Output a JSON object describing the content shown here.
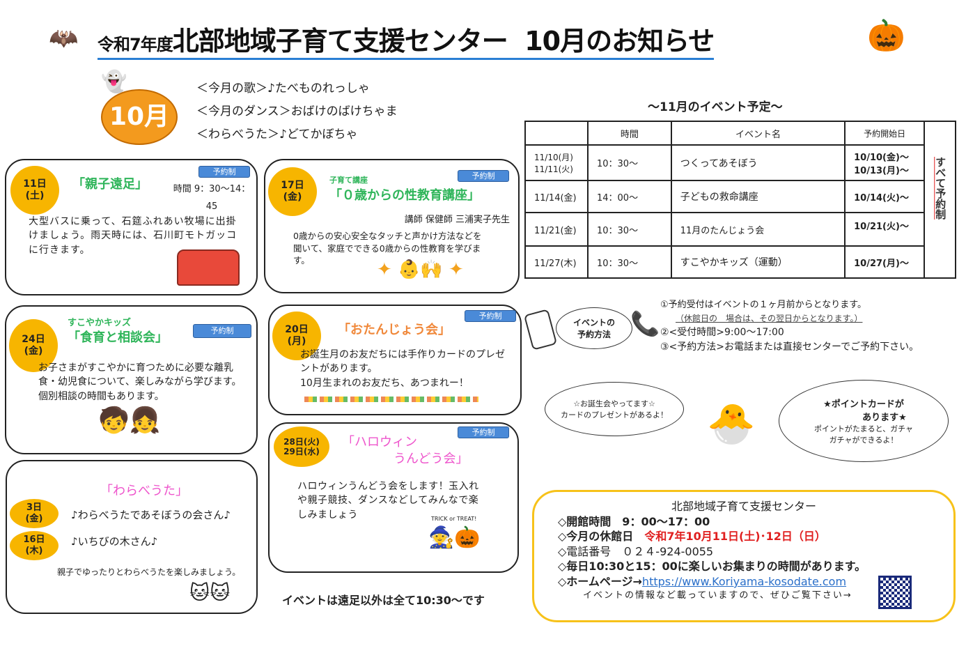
{
  "header": {
    "title_prefix": "令和7年度",
    "title_main": "北部地域子育て支援センター",
    "title_month": "10月のお知らせ",
    "month_badge": "10月"
  },
  "songs": [
    "＜今月の歌＞♪たべものれっしゃ",
    "＜今月のダンス＞おばけのばけちゃま",
    "＜わらべうた＞♪どてかぼちゃ"
  ],
  "reserve_tag": "予約制",
  "events": [
    {
      "day": "11日",
      "weekday": "(土)",
      "title": "「親子遠足」",
      "time": "時間 9：30～14：45",
      "body": "大型バスに乗って、石筵ふれあい牧場に出掛けましょう。雨天時には、石川町モトガッコに行きます。"
    },
    {
      "day": "17日",
      "weekday": "(金)",
      "subtitle": "子育て講座",
      "title": "「０歳からの性教育講座」",
      "lecturer": "講師 保健師 三浦実子先生",
      "body": "0歳からの安心安全なタッチと声かけ方法などを聞いて、家庭でできる0歳からの性教育を学びます。"
    },
    {
      "day": "24日",
      "weekday": "(金)",
      "subtitle": "すこやかキッズ",
      "title": "「食育と相談会」",
      "body": "お子さまがすこやかに育つために必要な離乳食・幼児食について、楽しみながら学びます。個別相談の時間もあります。"
    },
    {
      "day": "20日",
      "weekday": "(月)",
      "title": "「おたんじょう会」",
      "body1": "お誕生月のお友だちには手作りカードのプレゼントがあります。",
      "body2": "10月生まれのお友だち、あつまれー！"
    },
    {
      "day1": "28日(火)",
      "day2": "29日(水)",
      "title1": "「ハロウィン",
      "title2": "うんどう会」",
      "body": "ハロウィンうんどう会をします！玉入れや親子競技、ダンスなどしてみんなで楽しみましょう",
      "art_text": "TRICK or TREAT!"
    },
    {
      "title": "「わらべうた」",
      "items": [
        {
          "day": "3日",
          "weekday": "(金)",
          "text": "♪わらべうたであそぼうの会さん♪"
        },
        {
          "day": "16日",
          "weekday": "(木)",
          "text": "♪いちびの木さん♪"
        }
      ],
      "body": "親子でゆったりとわらべうたを楽しみましょう。"
    }
  ],
  "footer_note": "イベントは遠足以外は全て10:30～です",
  "november": {
    "heading": "～11月のイベント予定～",
    "columns": [
      "",
      "時間",
      "イベント名",
      "予約開始日"
    ],
    "side_label": "すべて予約制",
    "rows": [
      {
        "date": "11/10(月)\n11/11(火)",
        "time": "10：30～",
        "name": "つくってあそぼう",
        "start": "10/10(金)～\n10/13(月)～"
      },
      {
        "date": "11/14(金)",
        "time": "14：00～",
        "name": "子どもの救命講座",
        "start": "10/14(火)～"
      },
      {
        "date": "11/21(金)",
        "time": "10：30～",
        "name": "11月のたんじょう会",
        "start": "10/21(火)～"
      },
      {
        "date": "11/27(木)",
        "time": "10：30～",
        "name": "すこやかキッズ（運動）",
        "start": "10/27(月)～"
      }
    ]
  },
  "reservation": {
    "bubble1": "イベントの",
    "bubble2": "予約方法",
    "line1": "①予約受付はイベントの１ヶ月前からとなります。",
    "line1b": "（休館日の　場合は、その翌日からとなります。）",
    "line2": "②<受付時間>9:00～17:00",
    "line3": "③<予約方法>お電話または直接センターでご予約下さい。"
  },
  "bubbles": {
    "left1": "☆お誕生会やってます☆",
    "left2": "カードのプレゼントがあるよ！",
    "right1": "★ポイントカードが",
    "right2": "あります★",
    "right3": "ポイントがたまると、ガチャ",
    "right4": "ガチャができるよ！"
  },
  "info": {
    "title": "北部地域子育て支援センター",
    "hours": "◇開館時間　9：00～17：00",
    "closed_label": "◇今月の休館日　",
    "closed_value": "令和7年10月11日(土)･12日（日）",
    "phone": "◇電話番号　０２４-924-0055",
    "daily": "◇毎日10:30と15：00に楽しいお集まりの時間があります。",
    "hp_label": "◇ホームページ→",
    "hp_url": "https://www.Koriyama-kosodate.com",
    "hp_note": "イベントの情報など載っていますので、ぜひご覧下さい→"
  },
  "colors": {
    "accent_blue": "#4a8ad8",
    "date_yellow": "#f7b500",
    "green": "#2fb55a",
    "red": "#e02020"
  }
}
